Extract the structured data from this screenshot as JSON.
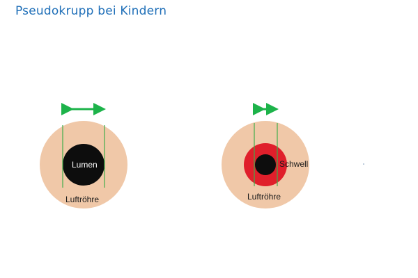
{
  "title": "Pseudokrupp bei Kindern",
  "left": {
    "caption_line1": "",
    "caption_line2": "",
    "lumen_label": "Lumen",
    "trachea_label": "Luftröhre"
  },
  "right": {
    "caption_line1": "",
    "caption_line2": "",
    "swelling_label": "Schwell",
    "trachea_label": "Luftröhre"
  },
  "colors": {
    "tissue": "#f0c8a8",
    "lumen": "#0d0d0d",
    "swelling": "#e01f2b",
    "arrow": "#1db34a",
    "wall_line": "#3fae4a",
    "title": "#1f6fb8"
  }
}
